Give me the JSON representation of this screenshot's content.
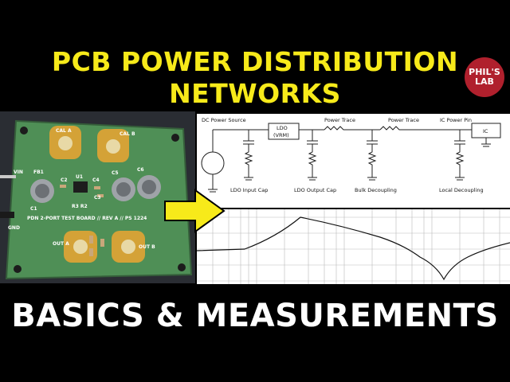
{
  "title_line1": "PCB POWER DISTRIBUTION",
  "title_line2": "NETWORKS",
  "subtitle": "BASICS & MEASUREMENTS",
  "logo": {
    "line1": "PHIL'S",
    "line2": "LAB"
  },
  "board": {
    "label": "PDN 2-PORT TEST BOARD // REV A // PS 1224",
    "cal_a": "CAL A",
    "cal_b": "CAL B",
    "vin": "VIN",
    "gnd": "GND",
    "out_a": "OUT A",
    "out_b": "OUT B",
    "fb1": "FB1",
    "u1": "U1",
    "c1": "C1",
    "c2": "C2",
    "c3": "C3",
    "c4": "C4",
    "c5": "C5",
    "c6": "C6",
    "r3r2": "R3 R2"
  },
  "schematic": {
    "dc_source": "DC Power Source",
    "ldo": "LDO",
    "vrm": "(VRM)",
    "power_trace_1": "Power Trace",
    "power_trace_2": "Power Trace",
    "ic_pin": "IC Power Pin",
    "ic": "IC",
    "ldo_input_cap": "LDO Input Cap",
    "ldo_output_cap": "LDO Output Cap",
    "bulk_decoupling": "Bulk Decoupling",
    "local_decoupling": "Local Decoupling"
  },
  "colors": {
    "title": "#f7ea1a",
    "logo": "#b0202d",
    "pcb": "#4a8a52",
    "arrow": "#f7ea1a"
  }
}
